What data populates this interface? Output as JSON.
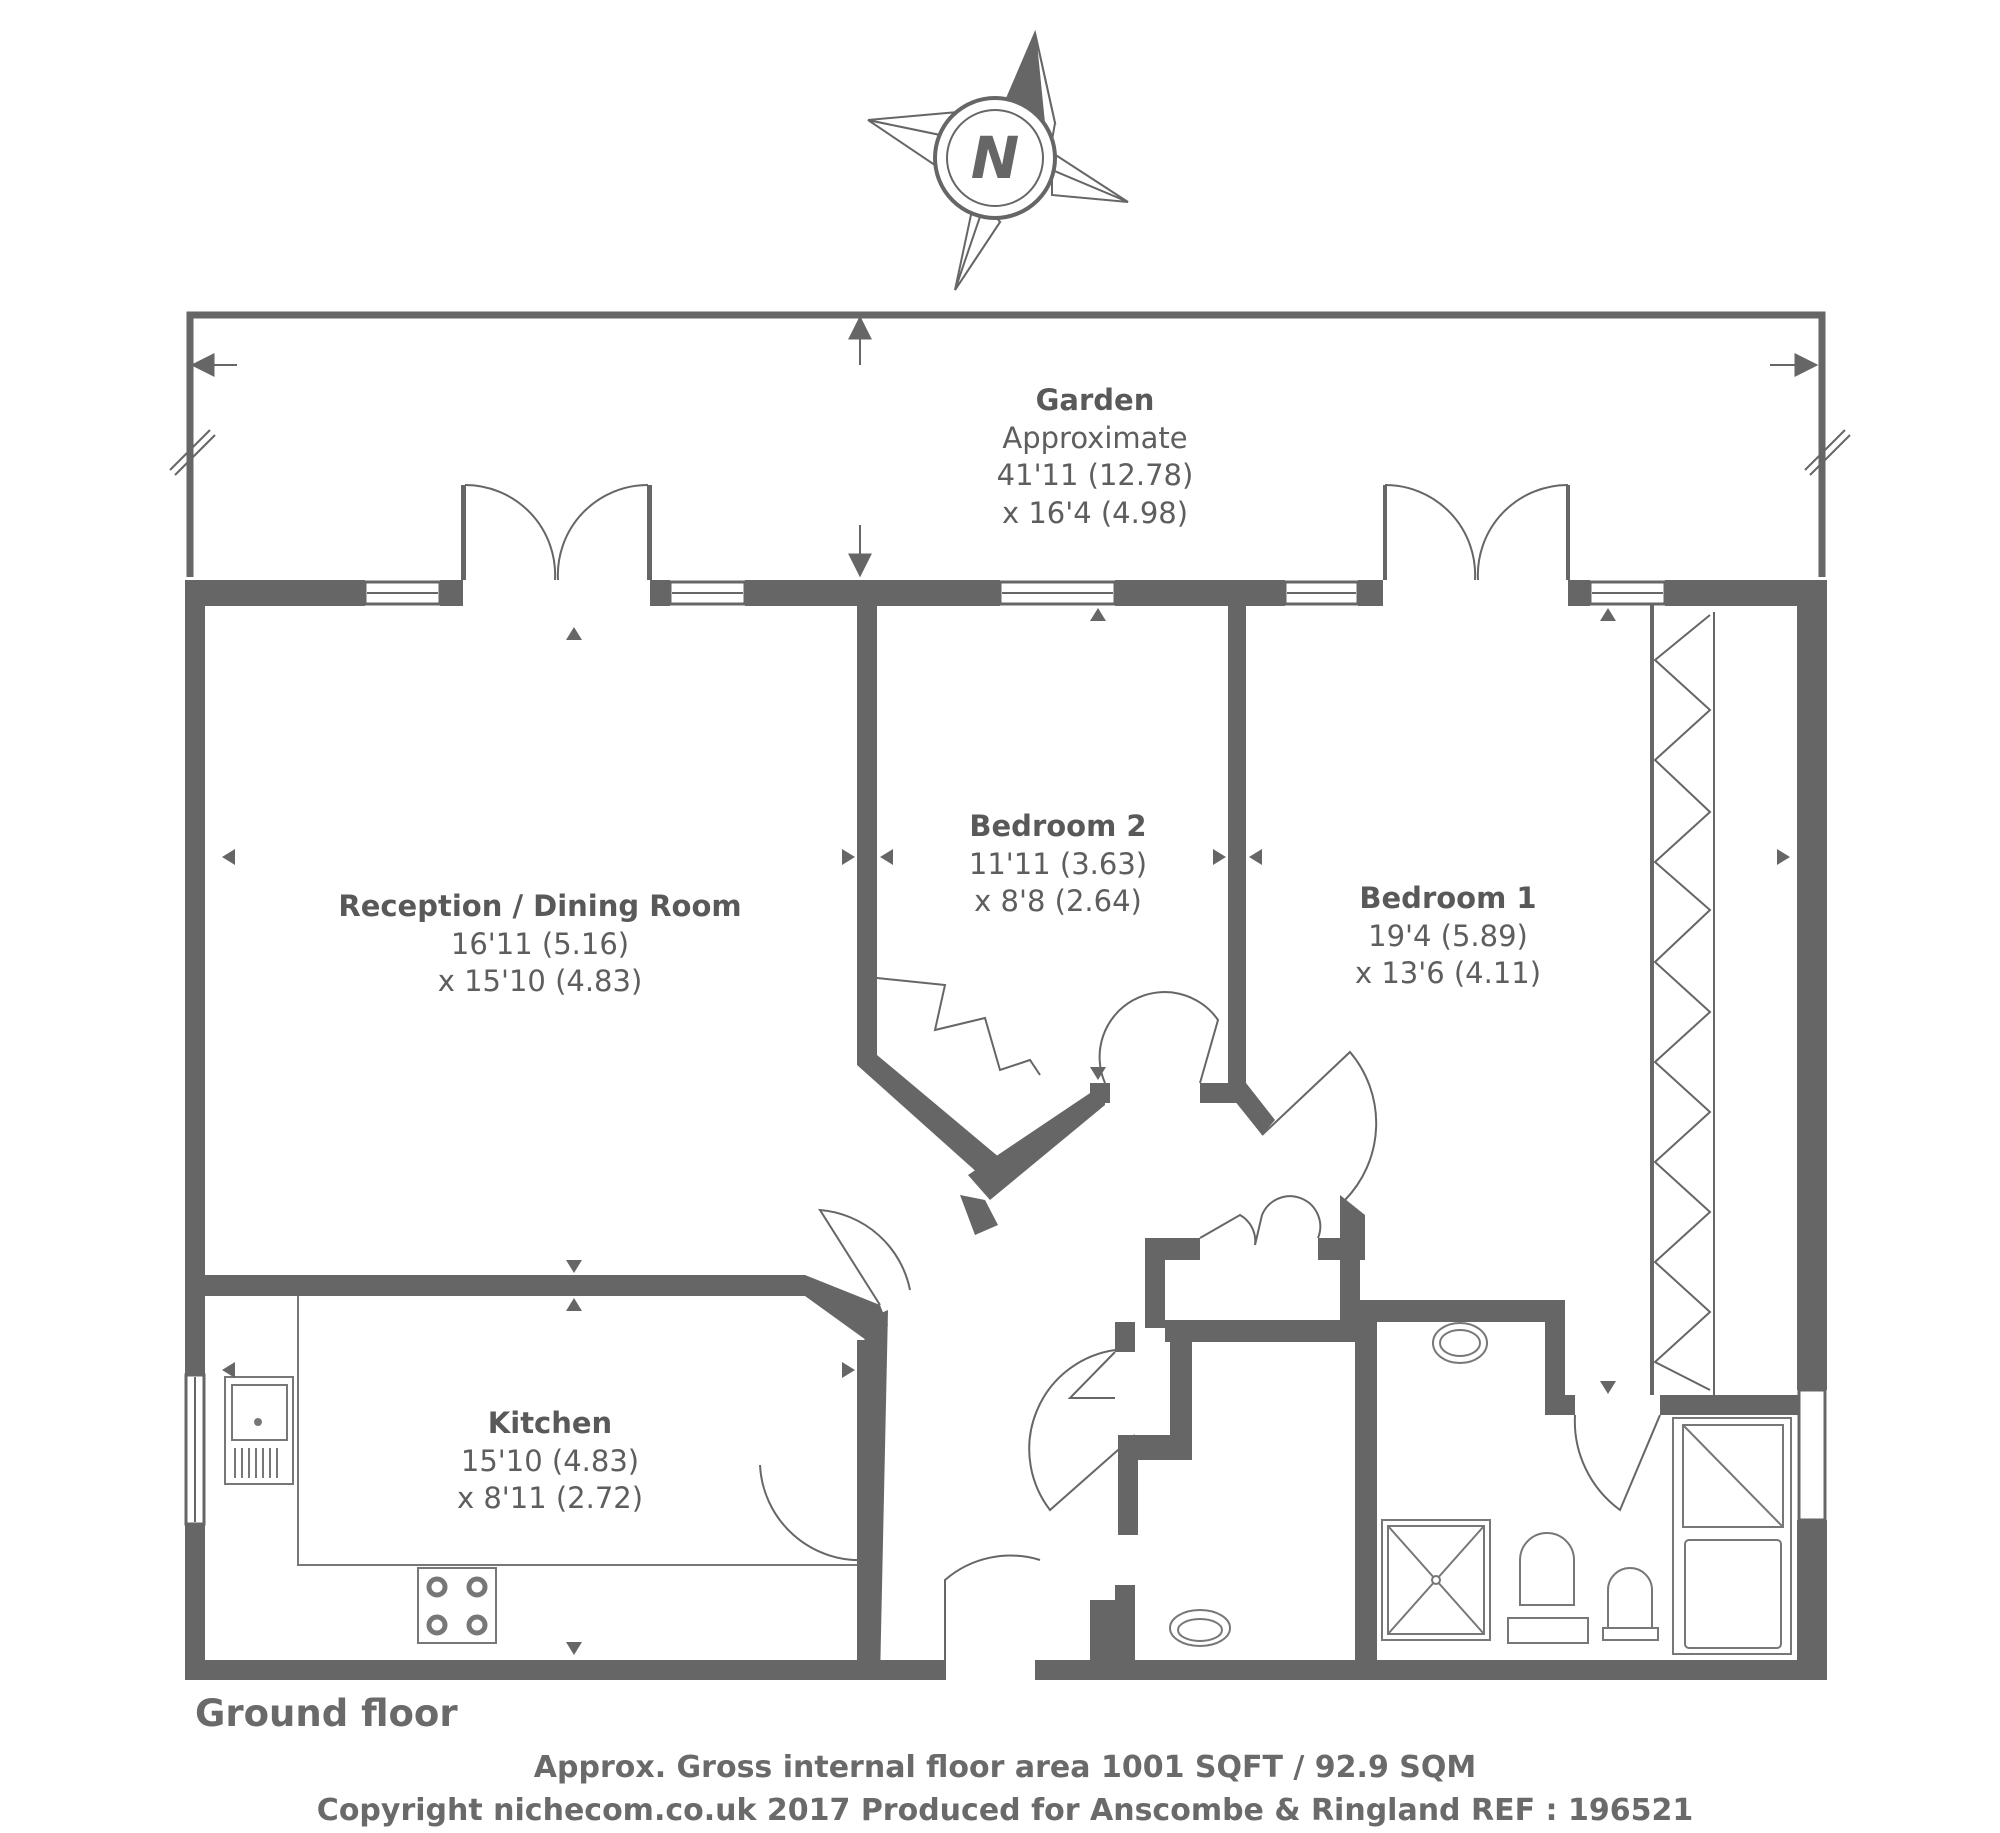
{
  "compass": {
    "letter": "N"
  },
  "rooms": {
    "garden": {
      "name": "Garden",
      "note": "Approximate",
      "dim1": "41'11 (12.78)",
      "dim2": "x 16'4 (4.98)"
    },
    "reception": {
      "name": "Reception / Dining Room",
      "dim1": "16'11 (5.16)",
      "dim2": "x 15'10 (4.83)"
    },
    "bedroom2": {
      "name": "Bedroom 2",
      "dim1": "11'11 (3.63)",
      "dim2": "x 8'8 (2.64)"
    },
    "bedroom1": {
      "name": "Bedroom 1",
      "dim1": "19'4 (5.89)",
      "dim2": "x 13'6 (4.11)"
    },
    "kitchen": {
      "name": "Kitchen",
      "dim1": "15'10 (4.83)",
      "dim2": "x 8'11 (2.72)"
    }
  },
  "footer": {
    "floor": "Ground floor",
    "area": "Approx. Gross internal floor area 1001 SQFT / 92.9 SQM",
    "copyright": "Copyright nichecom.co.uk 2017 Produced for Anscombe & Ringland REF : 196521"
  },
  "colors": {
    "wall": "#666666",
    "line": "#777777",
    "text": "#595959"
  }
}
